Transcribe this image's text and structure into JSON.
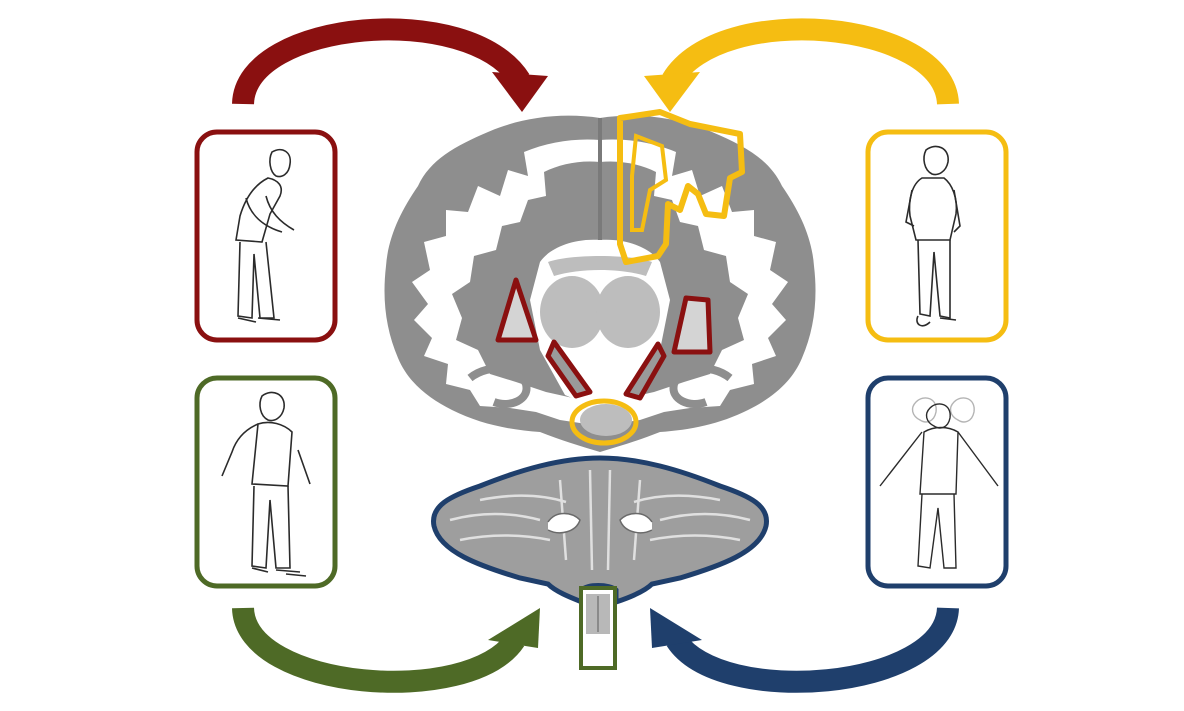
{
  "colors": {
    "red": "#8a1010",
    "yellow": "#f5bd12",
    "green": "#4e6a26",
    "blue": "#1f3f6c",
    "tissue": "#8e8e8e",
    "tissue_dark": "#7a7a7a",
    "tissue_light": "#bdbdbd",
    "sketch": "#2b2b2b"
  },
  "panels": [
    {
      "id": "red",
      "color_key": "red",
      "figure": "stooped-person-figure"
    },
    {
      "id": "yellow",
      "color_key": "yellow",
      "figure": "standing-person-figure"
    },
    {
      "id": "green",
      "color_key": "green",
      "figure": "walking-person-figure"
    },
    {
      "id": "blue",
      "color_key": "blue",
      "figure": "swaying-person-figure"
    }
  ],
  "arrows": [
    {
      "id": "red",
      "color_key": "red",
      "direction": "clockwise"
    },
    {
      "id": "yellow",
      "color_key": "yellow",
      "direction": "counter-clockwise"
    },
    {
      "id": "green",
      "color_key": "green",
      "direction": "counter-clockwise"
    },
    {
      "id": "blue",
      "color_key": "blue",
      "direction": "clockwise"
    }
  ],
  "regions": [
    {
      "id": "basal-ganglia",
      "color_key": "red"
    },
    {
      "id": "cortex",
      "color_key": "yellow"
    },
    {
      "id": "brainstem",
      "color_key": "yellow"
    },
    {
      "id": "cerebellum",
      "color_key": "blue"
    },
    {
      "id": "spinal-cord",
      "color_key": "green"
    }
  ]
}
